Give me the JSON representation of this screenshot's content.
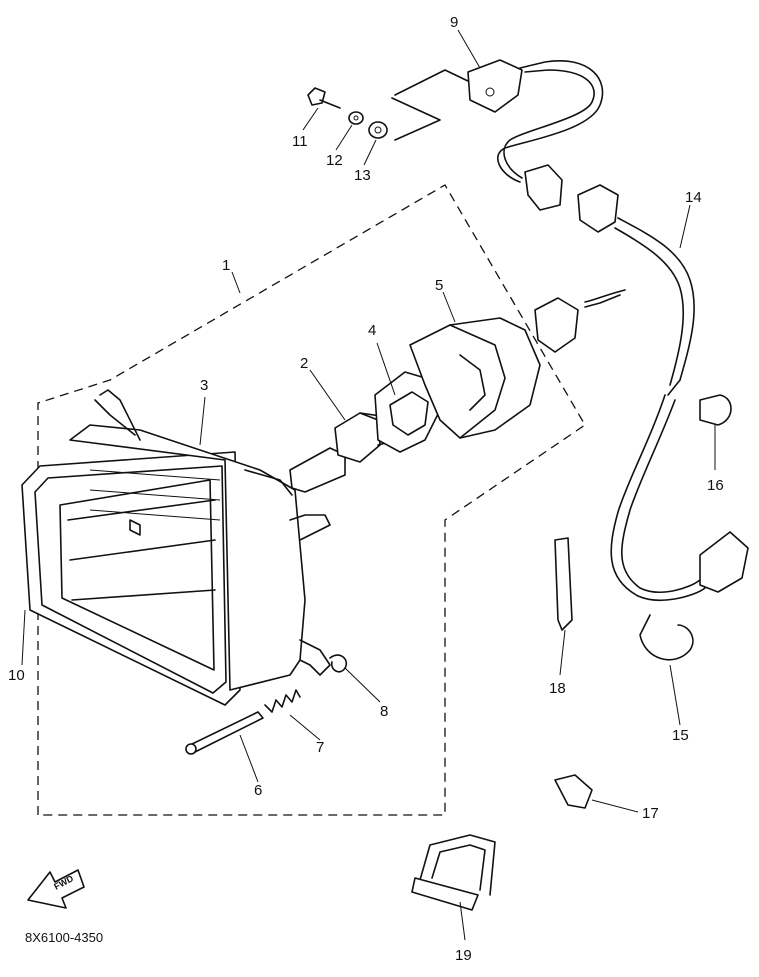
{
  "diagram": {
    "code": "8X6100-4350",
    "fwd_label": "FWD",
    "callouts": {
      "c1": "1",
      "c2": "2",
      "c3": "3",
      "c4": "4",
      "c5": "5",
      "c6": "6",
      "c7": "7",
      "c8": "8",
      "c9": "9",
      "c10": "10",
      "c11": "11",
      "c12": "12",
      "c13": "13",
      "c14": "14",
      "c15": "15",
      "c16": "16",
      "c17": "17",
      "c18": "18",
      "c19": "19"
    }
  }
}
